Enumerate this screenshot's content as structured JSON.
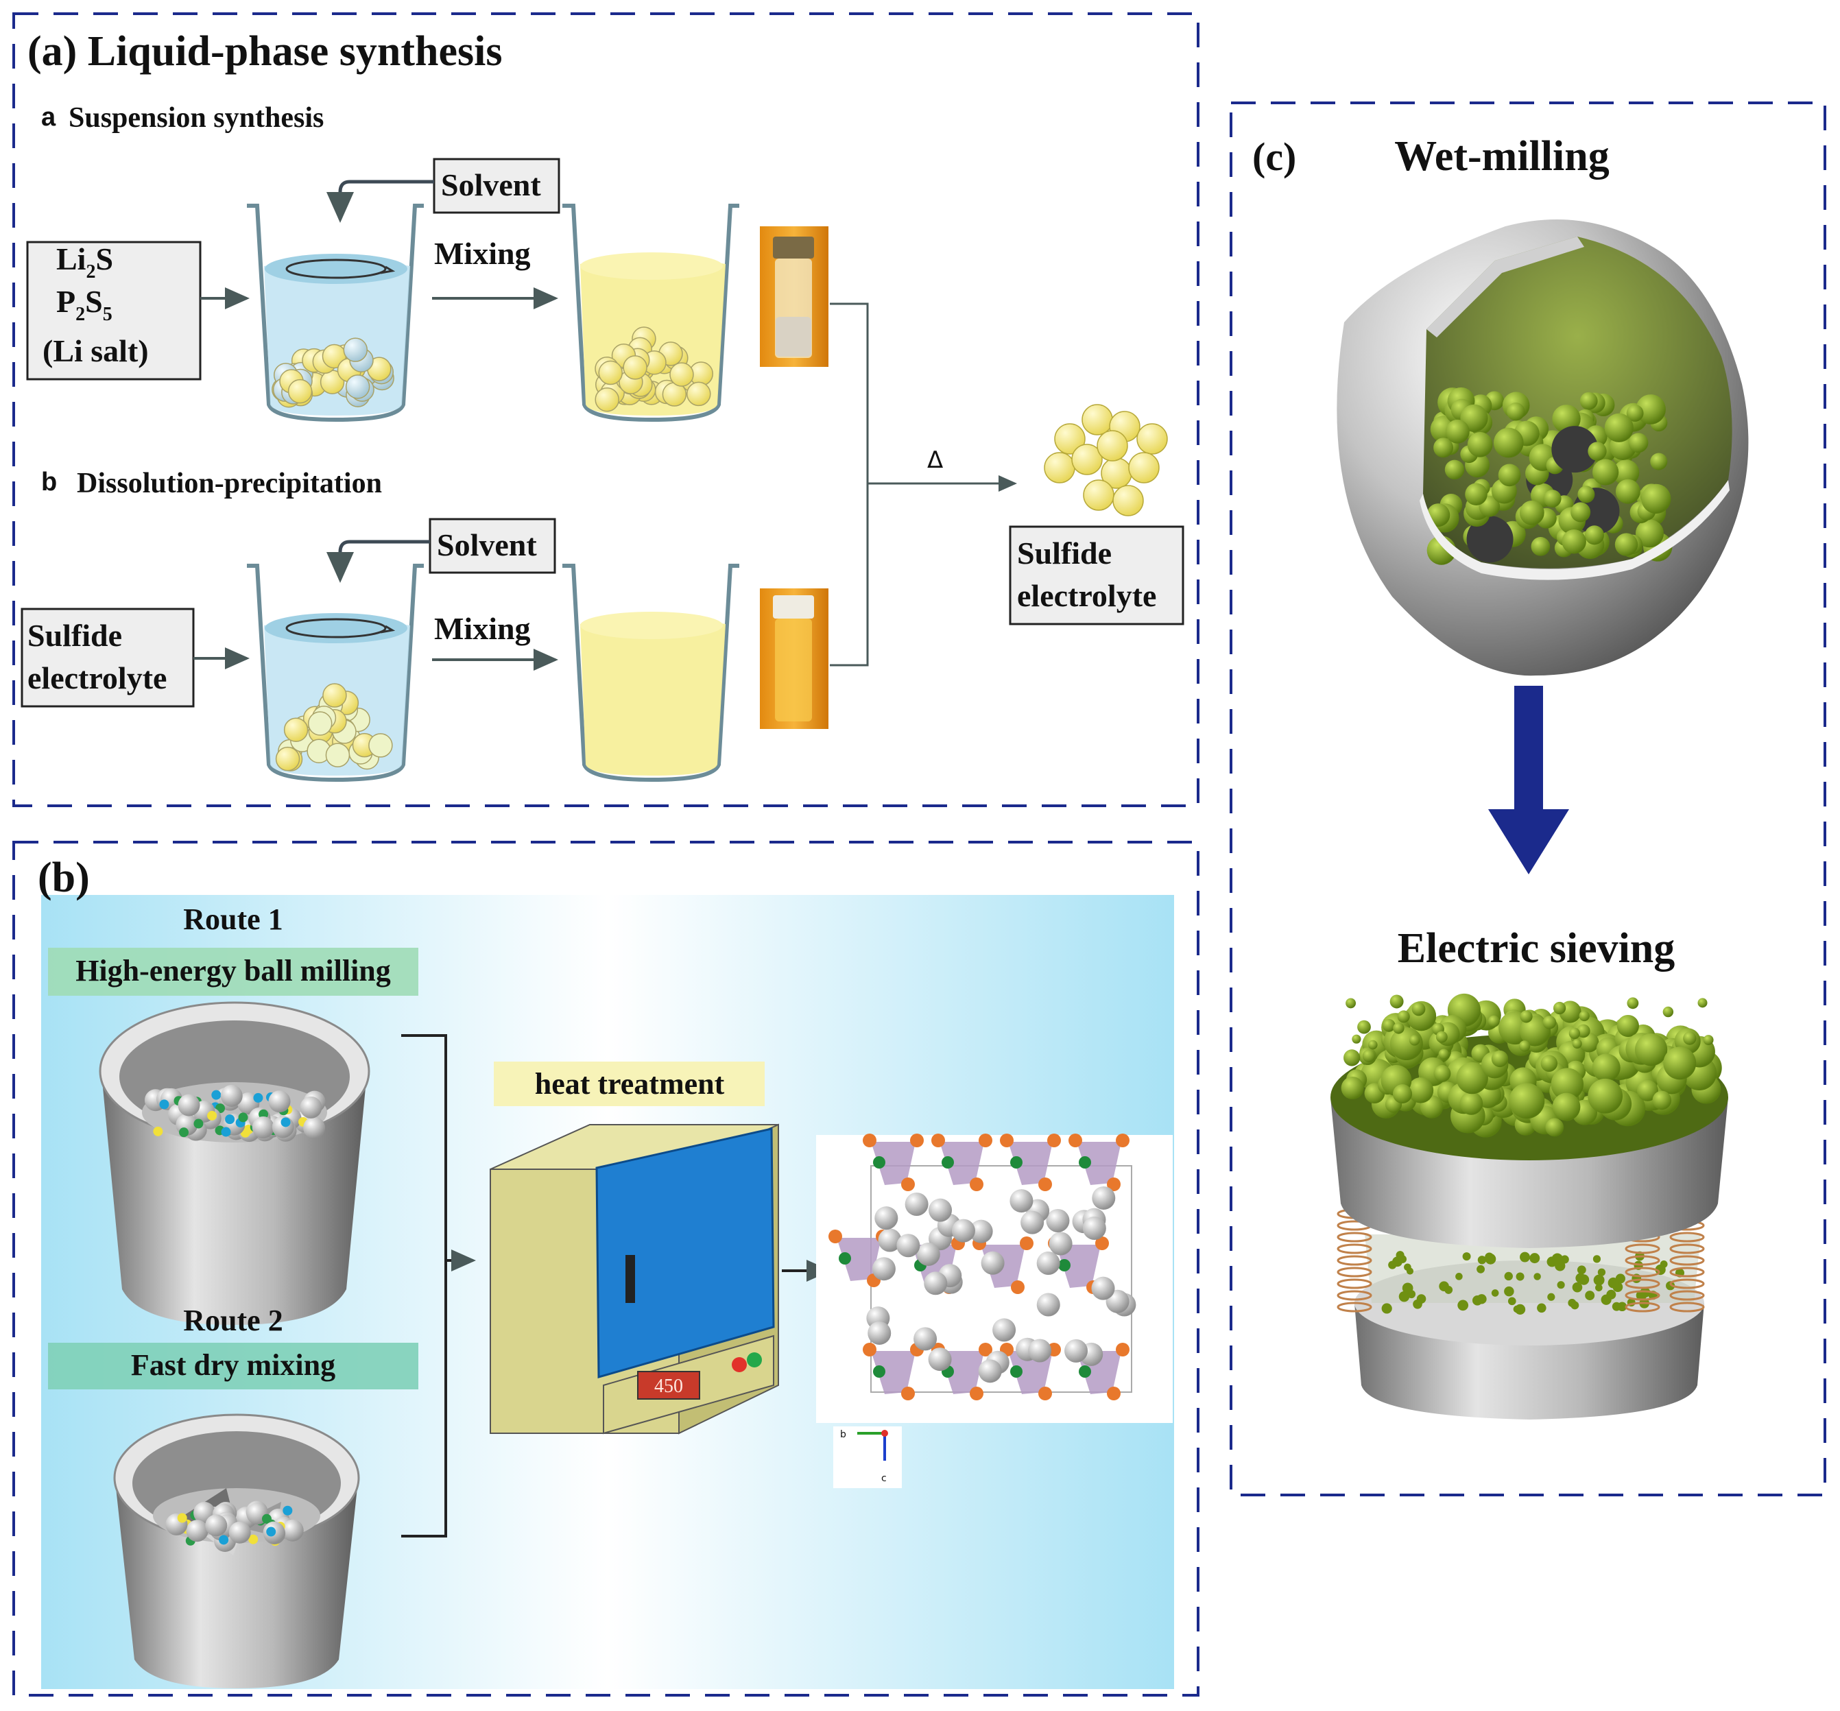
{
  "panel_a": {
    "title": "(a) Liquid-phase synthesis",
    "sub_a": {
      "letter": "a",
      "title": "Suspension synthesis"
    },
    "sub_b": {
      "letter": "b",
      "title": "Dissolution-precipitation"
    },
    "solvent": "Solvent",
    "mixing": "Mixing",
    "precursors": [
      "Li",
      "2",
      "S",
      "P",
      "2",
      "S",
      "5",
      "(Li salt)"
    ],
    "sulfide_in": [
      "Sulfide",
      "electrolyte"
    ],
    "heat_symbol": "Δ",
    "product": [
      "Sulfide",
      "electrolyte"
    ]
  },
  "panel_b": {
    "label": "(b)",
    "route1": "Route 1",
    "route1_method": "High-energy ball milling",
    "route2": "Route 2",
    "route2_method": "Fast dry mixing",
    "heat": "heat treatment",
    "furnace_display": "450",
    "axis_b": "b",
    "axis_c": "c"
  },
  "panel_c": {
    "label": "(c)",
    "title": "Wet-milling",
    "title2": "Electric sieving"
  },
  "colors": {
    "frame": "#1b2a8c",
    "arrow_blue": "#1b2a8c",
    "liquid_blue": "#bfe3f2",
    "liquid_yellow": "#f7ef9a",
    "ball_yellow": "#f5e87a",
    "ball_blue": "#bcd9e4",
    "green_ball": "#7aa315",
    "steel": "#b8b8b8",
    "furnace_blue": "#1f7fd1",
    "furnace_khaki": "#d9d58e",
    "bg_b": "#a8e2f5",
    "pink_tetra": "#b49bc4",
    "orange_atom": "#e8782c"
  }
}
